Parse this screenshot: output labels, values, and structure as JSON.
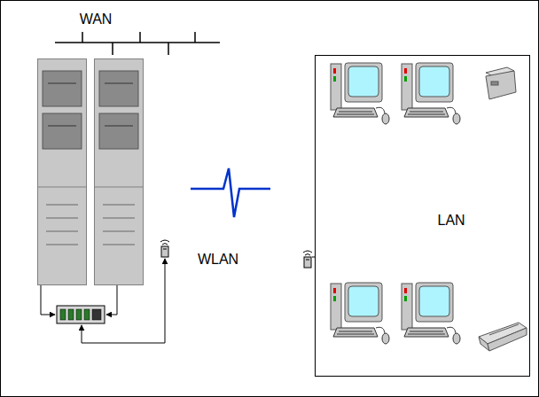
{
  "diagram": {
    "nodes": [
      {
        "text": [
          "LAN"
        ]
      }
    ],
    "labels": [
      "WAN",
      "WLAN"
    ]
  }
}
